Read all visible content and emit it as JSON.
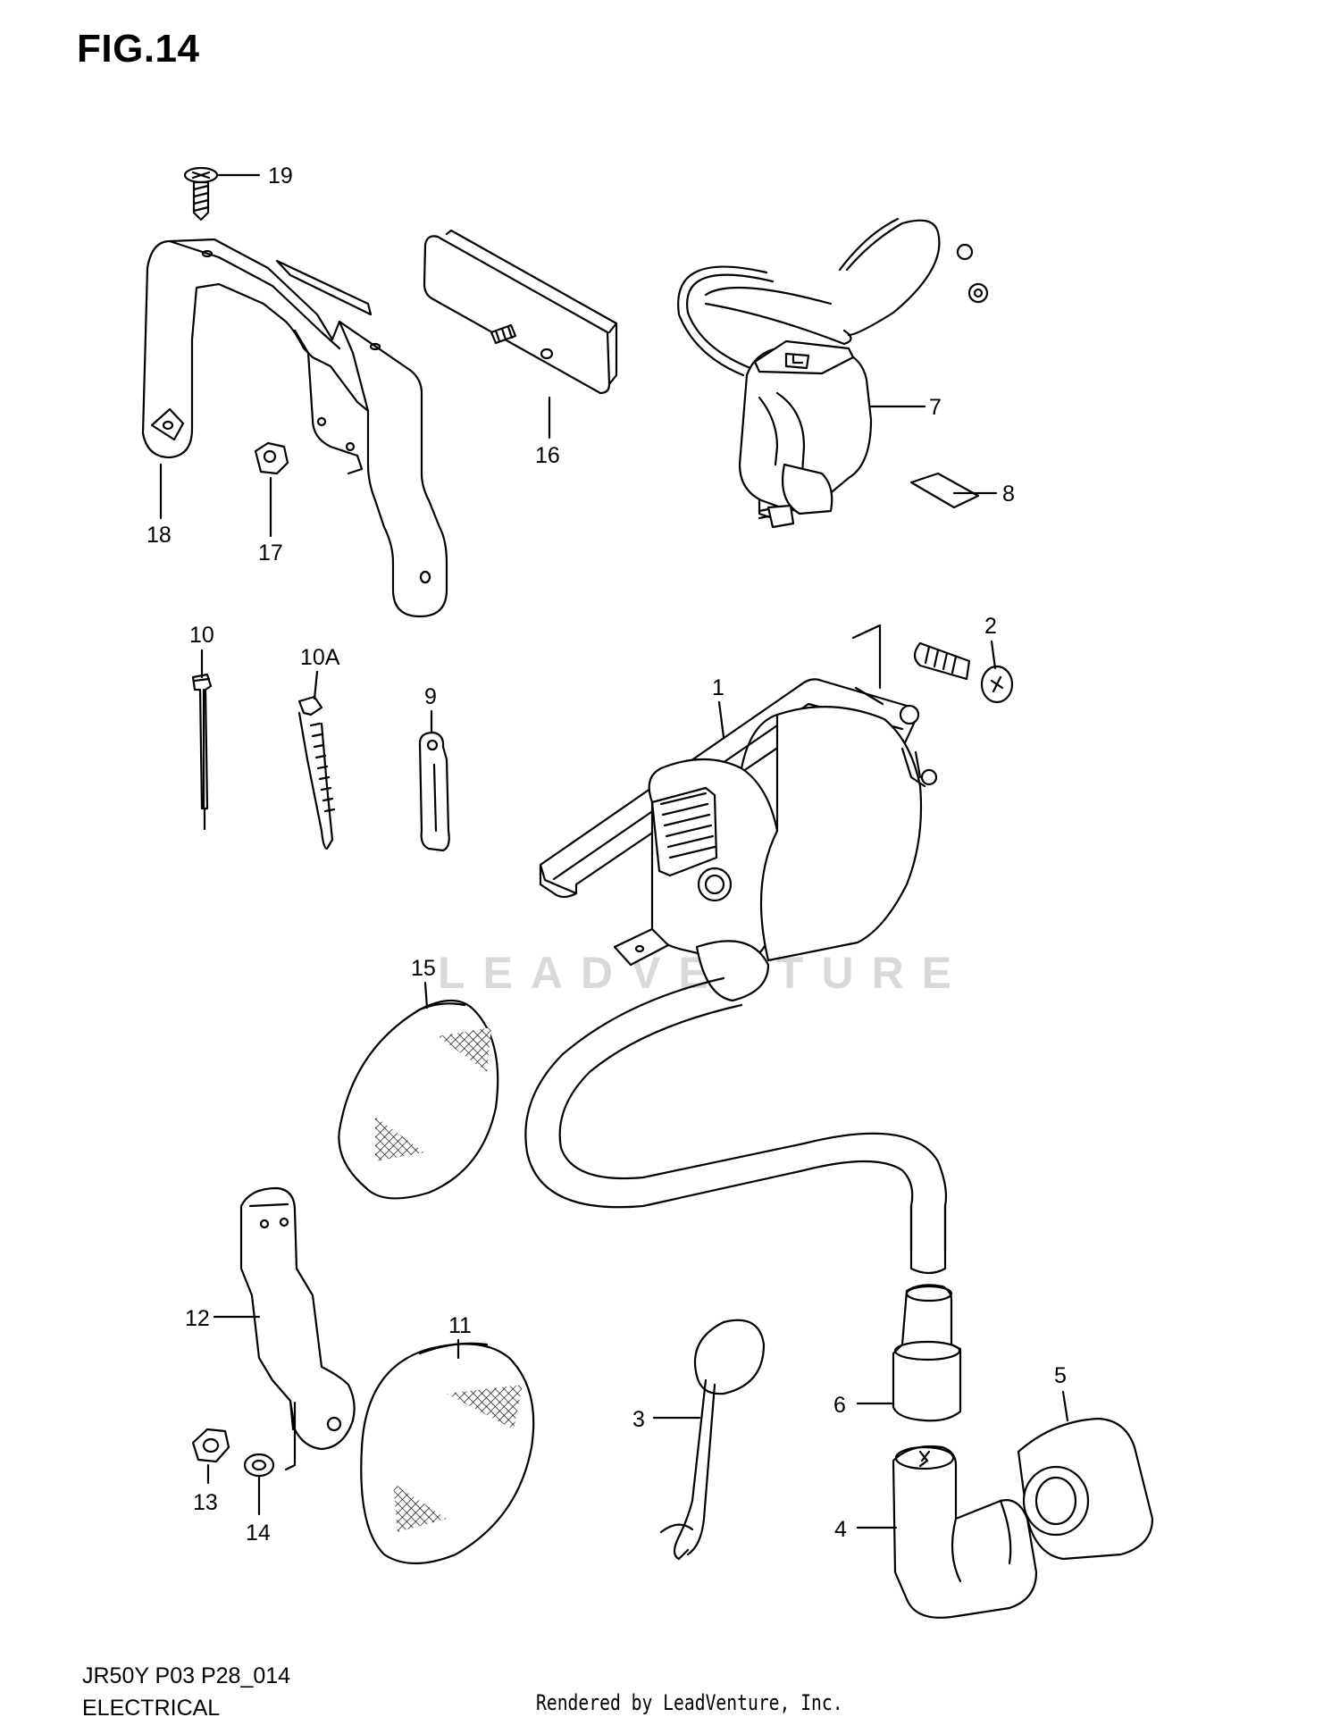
{
  "header": {
    "figure_label": "FIG.14"
  },
  "footer": {
    "model_code": "JR50Y P03 P28_014",
    "section_title": "ELECTRICAL",
    "rendered_by": "Rendered by LeadVenture, Inc."
  },
  "watermark": {
    "text": "LEADVENTURE"
  },
  "callouts": {
    "c1": "1",
    "c2": "2",
    "c3": "3",
    "c4": "4",
    "c5": "5",
    "c6": "6",
    "c7": "7",
    "c8": "8",
    "c9": "9",
    "c10": "10",
    "c10a": "10A",
    "c11": "11",
    "c12": "12",
    "c13": "13",
    "c14": "14",
    "c15": "15",
    "c16": "16",
    "c17": "17",
    "c18": "18",
    "c19": "19"
  }
}
